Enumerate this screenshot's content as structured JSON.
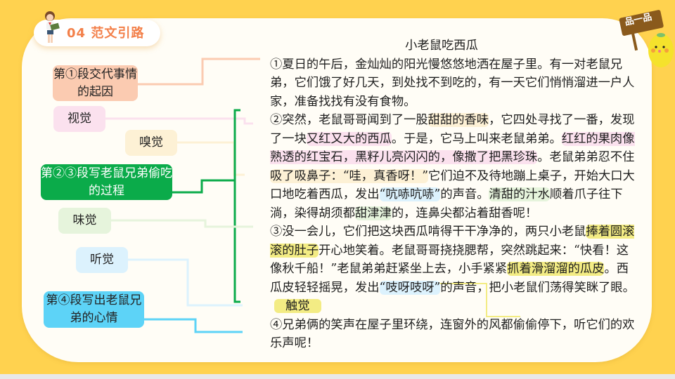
{
  "header": {
    "section_title": "04 范文引路",
    "badge_label": "品一品"
  },
  "labels": {
    "para1": "第①段交代事情的起因",
    "sight": "视觉",
    "smell": "嗅觉",
    "para23": "第②③段写老鼠兄弟偷吃的过程",
    "taste": "味觉",
    "hearing": "听觉",
    "para4": "第④段写出老鼠兄弟的心情",
    "touch": "触觉"
  },
  "passage": {
    "title": "小老鼠吃西瓜",
    "p1": "①夏日的午后，金灿灿的阳光慢悠悠地洒在屋子里。有一对老鼠兄弟，它们饿了好几天，到处找不到吃的，有一天它们悄悄溜进一户人家，准备找找有没有食物。",
    "p2": {
      "a": "②突然，老鼠哥哥闻到了一股",
      "smell1": "甜甜的香味",
      "b": "，它四处寻找了一番，发现了一块",
      "sight1": "又红又大的西瓜",
      "c": "。于是，它马上叫来老鼠弟弟。",
      "sight2": "红红的果肉像熟透的红宝石，黑籽儿亮闪闪的，像撒了把黑珍珠",
      "d": "。老鼠弟弟忍不住",
      "smell2": "吸了吸鼻子：“哇，真香呀！”",
      "e": "它们迫不及待地蹦上桌子，开始大口大口地吃着西瓜，发出",
      "hear1": "“吭哧吭哧”",
      "f": "的声音。",
      "taste1": "清甜的汁水",
      "g": "顺着爪子往下淌，染得胡须都",
      "taste2": "甜津津",
      "h": "的，连鼻尖都沾着甜香呢！"
    },
    "p3": {
      "a": "③没一会儿，它们把这块西瓜啃得干干净净的，两只小老鼠",
      "touch1": "捧着圆滚滚的肚子",
      "b": "开心地笑着。老鼠哥哥挠挠腮帮，突然跳起来：“快看！这像秋千船！”老鼠弟弟赶紧坐上去，小手紧紧",
      "touch2": "抓着滑溜溜的瓜皮",
      "c": "。西瓜皮轻轻摇晃，发出",
      "hear2": "“吱呀吱呀”",
      "d": "的声音，把小老鼠们荡得笑眯了眼。"
    },
    "p4": "④兄弟俩的笑声在屋子里环绕，连窗外的风都偷偷停下，听它们的欢乐声呢！"
  },
  "colors": {
    "frame": "#ffd24f",
    "title_orange": "#f3804a",
    "para1_box": "#fbcbb1",
    "sight": "#fbe1ee",
    "smell": "#fdf1d5",
    "para23_box": "#0bab4a",
    "taste": "#e6f4dc",
    "hearing": "#dcf2fd",
    "para4_box": "#5dd3f7",
    "touch": "#f3ec84"
  }
}
